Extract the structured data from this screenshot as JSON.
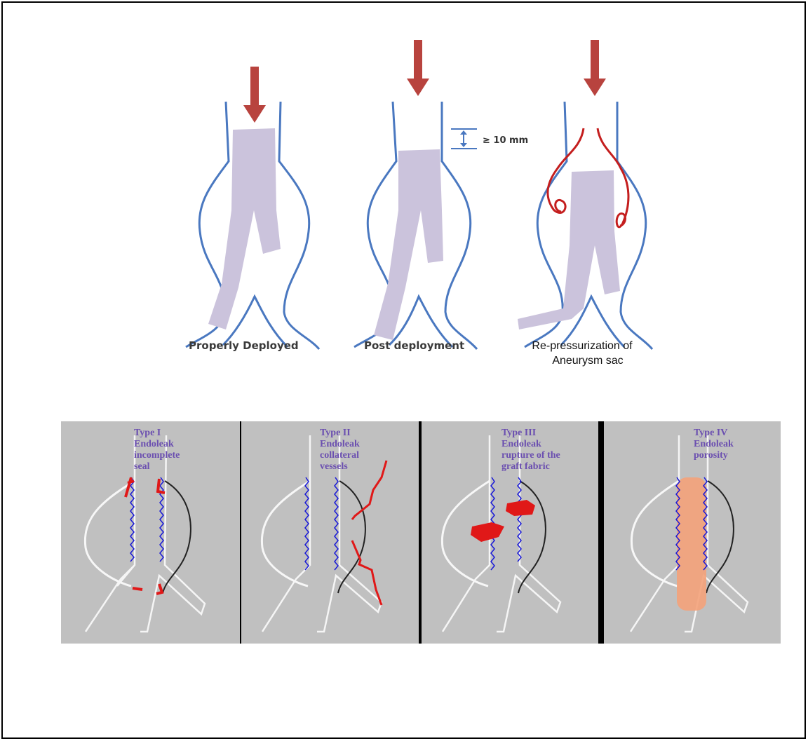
{
  "top_captions": {
    "properly_deployed": "Properly Deployed",
    "post_deployment": "Post deployment",
    "repressurization_line1": "Re-pressurization of",
    "repressurization_line2": "Aneurysm sac"
  },
  "measurement_label": "≥ 10 mm",
  "panels": [
    {
      "line1": "Type I",
      "line2": "Endoleak",
      "line3": "incomplete",
      "line4": "seal"
    },
    {
      "line1": "Type II",
      "line2": "Endoleak",
      "line3": "collateral",
      "line4": "vessels"
    },
    {
      "line1": "Type III",
      "line2": "Endoleak",
      "line3": "rupture of the",
      "line4": "graft fabric"
    },
    {
      "line1": "Type IV",
      "line2": "Endoleak",
      "line3": "porosity",
      "line4": ""
    }
  ],
  "colors": {
    "vessel_outline": "#4a78c0",
    "graft": "#cbc3dc",
    "arrow": "#b8433e",
    "leak": "#e01818",
    "stent_wire": "#1a1ad8",
    "porosity": "#f4a27a",
    "panel_bg": "#c0c0c0",
    "label_purple": "#6b4fb0"
  }
}
